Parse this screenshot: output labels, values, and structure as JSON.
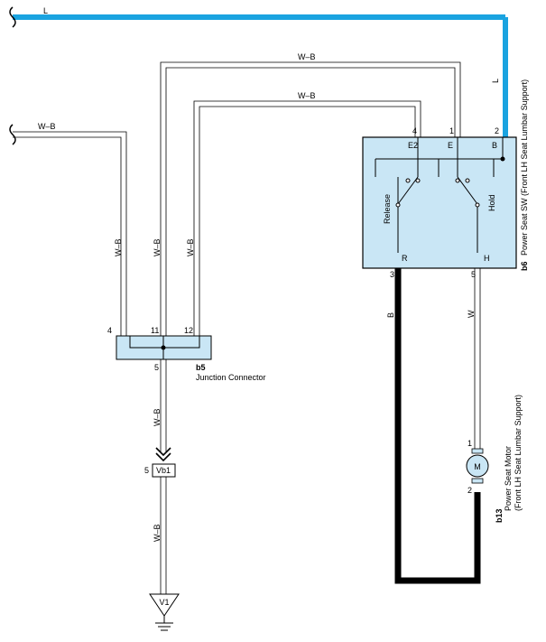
{
  "wire_labels": {
    "top_l": "L",
    "right_l": "L",
    "left_wb_top": "W–B",
    "wb_top_outer": "W–B",
    "wb_top_inner": "W–B",
    "wb_vert_1": "W–B",
    "wb_vert_2": "W–B",
    "wb_vert_3": "W–B",
    "wb_below_junction": "W–B",
    "wb_ground": "W–B",
    "b_wire": "B",
    "w_wire": "W"
  },
  "pins": {
    "sw_4": "4",
    "sw_1": "1",
    "sw_2": "2",
    "sw_3": "3",
    "sw_5": "5",
    "jc_4": "4",
    "jc_11": "11",
    "jc_12": "12",
    "jc_5": "5",
    "vb1_5": "5",
    "m_1": "1",
    "m_2": "2"
  },
  "switch": {
    "terminal_e2": "E2",
    "terminal_e": "E",
    "terminal_b": "B",
    "terminal_r": "R",
    "terminal_h": "H",
    "release_label": "Release",
    "hold_label": "Hold",
    "code": "b6",
    "name": "Power Seat SW (Front LH Seat Lumbar Support)"
  },
  "junction": {
    "code": "b5",
    "name": "Junction Connector"
  },
  "connector_vb1": "Vb1",
  "ground_v1": "V1",
  "motor": {
    "symbol": "M",
    "code": "b13",
    "name_line1": "Power Seat Motor",
    "name_line2": "(Front LH Seat Lumbar Support)"
  },
  "colors": {
    "wire_blue": "#1aa3e0",
    "component_fill": "#c9e6f5",
    "wire_black": "#000000"
  }
}
